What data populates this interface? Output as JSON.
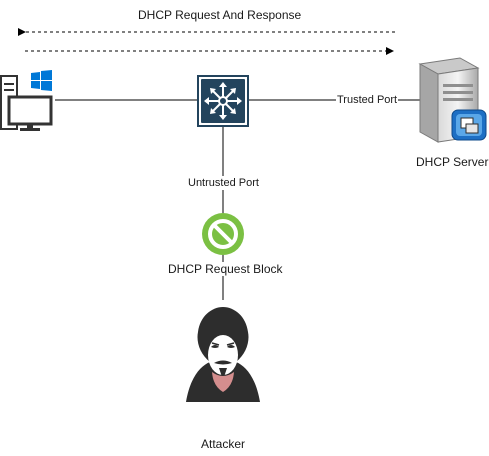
{
  "diagram": {
    "header": "DHCP Request And Response",
    "nodes": {
      "client": {
        "icon": "windows-pc-icon"
      },
      "switch": {
        "icon": "network-switch-icon"
      },
      "server": {
        "label": "DHCP Server",
        "icon": "server-icon"
      },
      "block": {
        "label": "DHCP Request Block",
        "icon": "no-entry-icon"
      },
      "attacker": {
        "label": "Attacker",
        "icon": "hacker-icon"
      }
    },
    "edges": {
      "trusted_port": "Trusted Port",
      "untrusted_port": "Untrusted Port"
    },
    "colors": {
      "switch_fill": "#23445d",
      "block_green": "#7bc043",
      "windows_blue": "#0078d7",
      "server_gray": "#8f8f8f",
      "line": "#000000"
    }
  }
}
